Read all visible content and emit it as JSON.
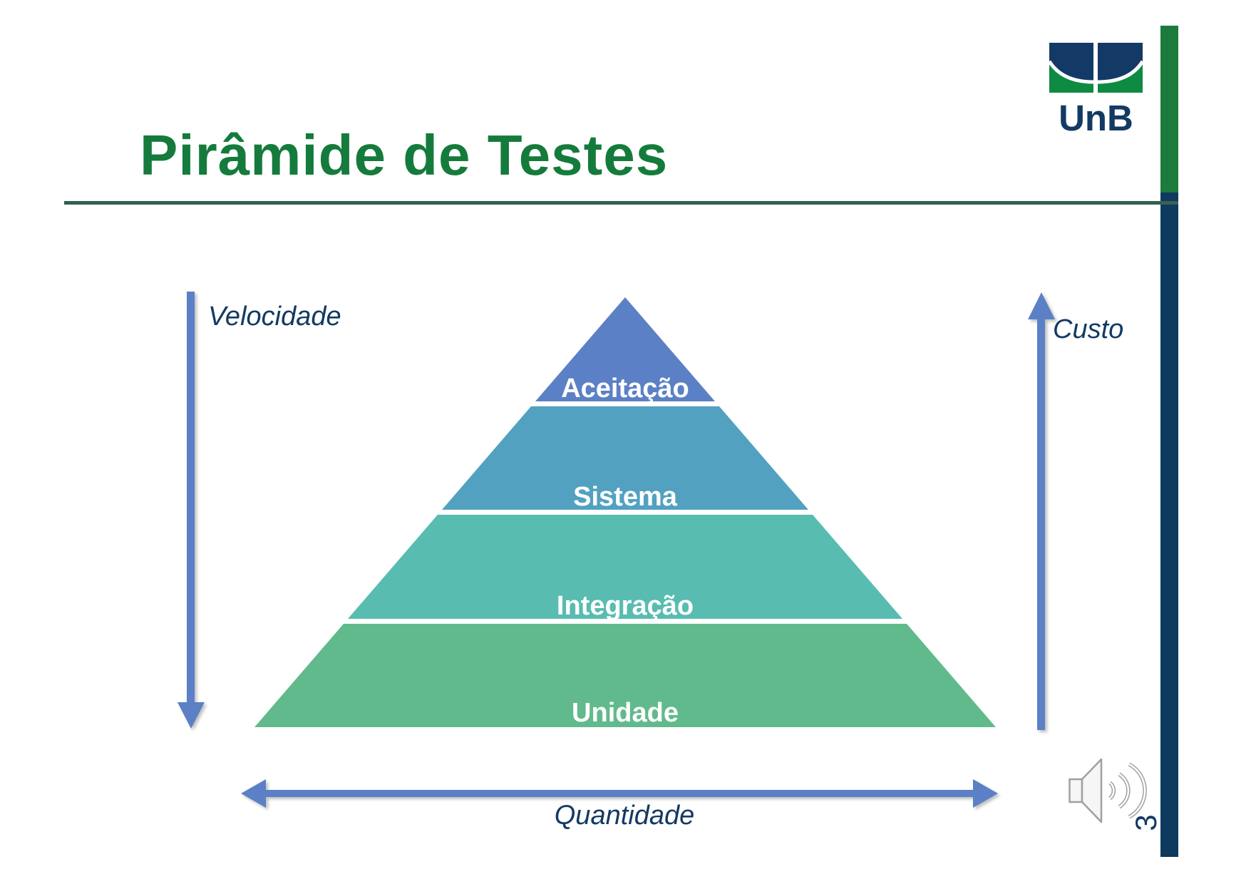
{
  "title": "Pirâmide de Testes",
  "logo": {
    "text": "UnB",
    "navy": "#133a66",
    "green": "#0f8a42"
  },
  "pyramid": {
    "type": "pyramid-diagram",
    "layers": [
      {
        "label": "Aceitação",
        "color": "#5b80c5"
      },
      {
        "label": "Sistema",
        "color": "#52a1c0"
      },
      {
        "label": "Integração",
        "color": "#58bcb1"
      },
      {
        "label": "Unidade",
        "color": "#61ba8c"
      }
    ]
  },
  "axes": {
    "left_label": "Velocidade",
    "right_label": "Custo",
    "bottom_label": "Quantidade"
  },
  "page": {
    "number": "3"
  },
  "icons": {
    "audio": "speaker-sound-waves-icon"
  },
  "colors": {
    "title_green": "#157b3c",
    "rule_green": "#336050",
    "side_bar_green": "#1b7b3c",
    "side_bar_navy": "#0d3a5e",
    "label_navy": "#133a62",
    "arrow_blue": "#5b80c5",
    "pyramid_label_text": "#ffffff"
  }
}
